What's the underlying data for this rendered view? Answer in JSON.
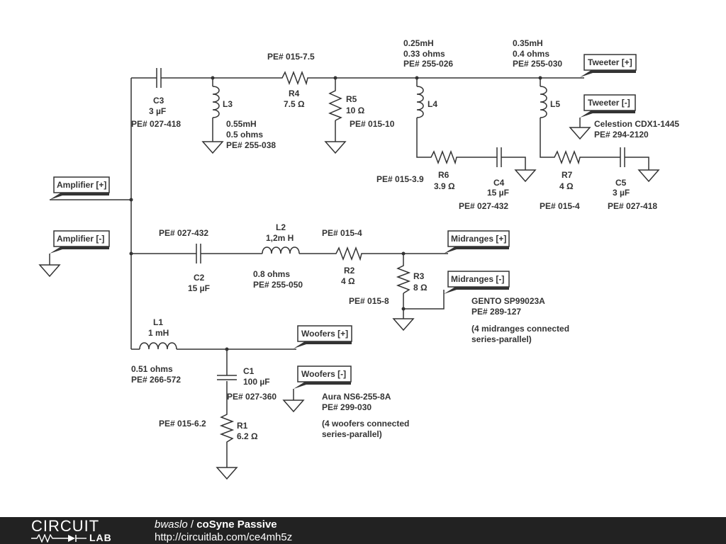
{
  "components": {
    "C3": {
      "ref": "C3",
      "value": "3 µF",
      "part": "PE# 027-418"
    },
    "L3": {
      "ref": "L3",
      "spec": "0.55mH",
      "resistance": "0.5 ohms",
      "part": "PE# 255-038"
    },
    "R4": {
      "ref": "R4",
      "value": "7.5 Ω",
      "part": "PE# 015-7.5"
    },
    "R5": {
      "ref": "R5",
      "value": "10 Ω",
      "part": "PE# 015-10"
    },
    "L4": {
      "ref": "L4",
      "spec": "0.25mH",
      "resistance": "0.33 ohms",
      "part": "PE# 255-026"
    },
    "L5": {
      "ref": "L5",
      "spec": "0.35mH",
      "resistance": "0.4 ohms",
      "part": "PE# 255-030"
    },
    "R6": {
      "ref": "R6",
      "value": "3.9 Ω",
      "part": "PE# 015-3.9"
    },
    "C4": {
      "ref": "C4",
      "value": "15 µF",
      "part": "PE# 027-432"
    },
    "R7": {
      "ref": "R7",
      "value": "4 Ω",
      "part": "PE# 015-4"
    },
    "C5": {
      "ref": "C5",
      "value": "3 µF",
      "part": "PE# 027-418"
    },
    "C2": {
      "ref": "C2",
      "value": "15 µF",
      "part": "PE# 027-432"
    },
    "L2": {
      "ref": "L2",
      "spec": "1,2m H",
      "resistance": "0.8 ohms",
      "part": "PE# 255-050"
    },
    "R2": {
      "ref": "R2",
      "value": "4 Ω",
      "part": "PE# 015-4"
    },
    "R3": {
      "ref": "R3",
      "value": "8 Ω",
      "part": "PE# 015-8"
    },
    "L1": {
      "ref": "L1",
      "spec": "1 mH",
      "resistance": "0.51 ohms",
      "part": "PE# 266-572"
    },
    "C1": {
      "ref": "C1",
      "value": "100 µF",
      "part": "PE# 027-360"
    },
    "R1": {
      "ref": "R1",
      "value": "6.2 Ω",
      "part": "PE# 015-6.2"
    }
  },
  "tags": {
    "amp_pos": "Amplifier [+]",
    "amp_neg": "Amplifier [-]",
    "tweeter_pos": "Tweeter [+]",
    "tweeter_neg": "Tweeter [-]",
    "mid_pos": "Midranges [+]",
    "mid_neg": "Midranges [-]",
    "woof_pos": "Woofers [+]",
    "woof_neg": "Woofers [-]"
  },
  "notes": {
    "tweeter": [
      "Celestion CDX1-1445",
      "PE# 294-2120"
    ],
    "midrange": [
      "GENTO SP99023A",
      "PE# 289-127",
      "",
      "(4 midranges connected",
      "series-parallel)"
    ],
    "woofer": [
      "Aura NS6-255-8A",
      "PE# 299-030",
      "",
      "(4 woofers connected",
      "series-parallel)"
    ]
  },
  "footer": {
    "logo_top": "CIRCUIT",
    "logo_bottom": "LAB",
    "user": "bwaslo",
    "separator": " / ",
    "project": "coSyne Passive",
    "url": "http://circuitlab.com/ce4mh5z"
  }
}
